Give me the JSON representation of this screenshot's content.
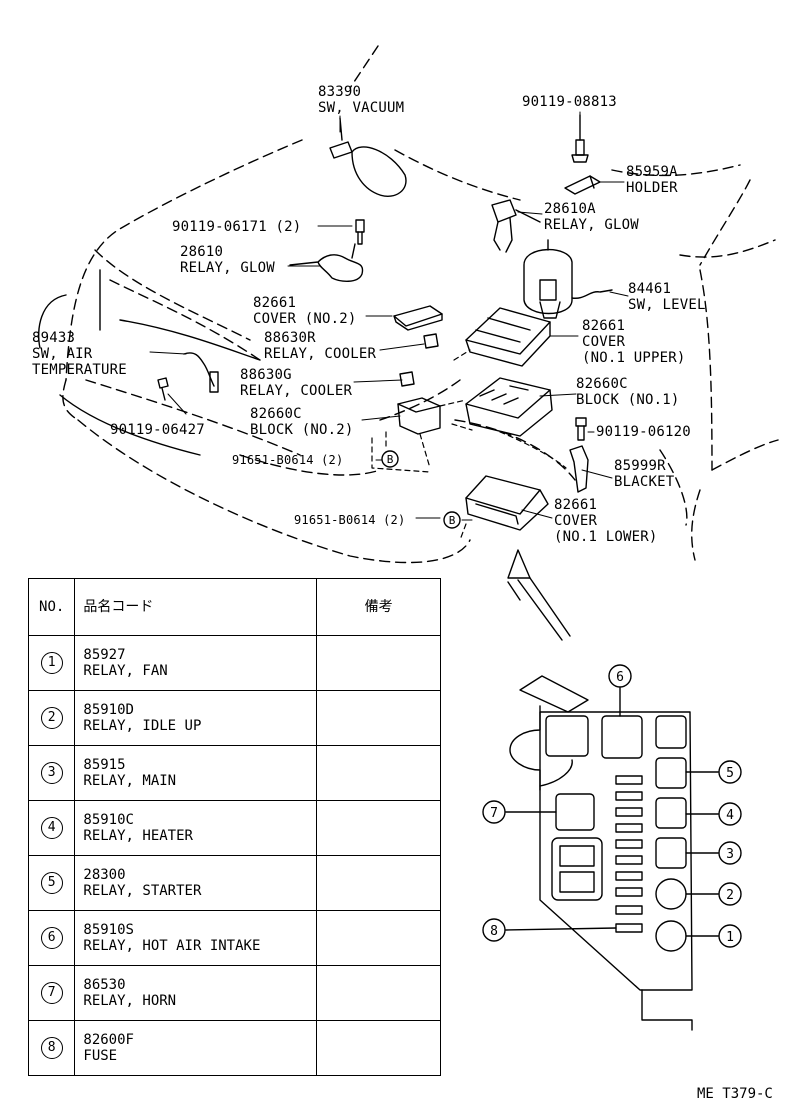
{
  "callouts": {
    "sw_vacuum": [
      "83390",
      "SW, VACUUM"
    ],
    "bolt_08813": [
      "90119-08813"
    ],
    "holder": [
      "85959A",
      "HOLDER"
    ],
    "bolt_06171": [
      "90119-06171 (2)"
    ],
    "relay_glow_a": [
      "28610A",
      "RELAY, GLOW"
    ],
    "relay_glow": [
      "28610",
      "RELAY, GLOW"
    ],
    "sw_level": [
      "84461",
      "SW, LEVEL"
    ],
    "cover_no2": [
      "82661",
      "COVER (NO.2)"
    ],
    "cover_no1_upper": [
      "82661",
      "COVER",
      "(NO.1 UPPER)"
    ],
    "relay_cooler_r": [
      "88630R",
      "RELAY, COOLER"
    ],
    "sw_air_temp": [
      "89433",
      "SW, AIR",
      "TEMPERATURE"
    ],
    "relay_cooler_g": [
      "88630G",
      "RELAY, COOLER"
    ],
    "block_no1": [
      "82660C",
      "BLOCK (NO.1)"
    ],
    "block_no2": [
      "82660C",
      "BLOCK (NO.2)"
    ],
    "bolt_06427": [
      "90119-06427"
    ],
    "bolt_06120": [
      "90119-06120"
    ],
    "nut_b0614_upper": [
      "91651-B0614 (2)"
    ],
    "bracket": [
      "85999R",
      "BLACKET"
    ],
    "nut_b0614_lower": [
      "91651-B0614 (2)"
    ],
    "cover_no1_lower": [
      "82661",
      "COVER",
      "(NO.1 LOWER)"
    ]
  },
  "markers": {
    "nut_marker": "B"
  },
  "table": {
    "headers": {
      "no": "NO.",
      "code": "品名コード",
      "remarks": "備考"
    },
    "rows": [
      {
        "no": "1",
        "code": "85927",
        "name": "RELAY, FAN",
        "remarks": ""
      },
      {
        "no": "2",
        "code": "85910D",
        "name": "RELAY, IDLE UP",
        "remarks": ""
      },
      {
        "no": "3",
        "code": "85915",
        "name": "RELAY, MAIN",
        "remarks": ""
      },
      {
        "no": "4",
        "code": "85910C",
        "name": "RELAY, HEATER",
        "remarks": ""
      },
      {
        "no": "5",
        "code": "28300",
        "name": "RELAY, STARTER",
        "remarks": ""
      },
      {
        "no": "6",
        "code": "85910S",
        "name": "RELAY, HOT AIR INTAKE",
        "remarks": ""
      },
      {
        "no": "7",
        "code": "86530",
        "name": "RELAY, HORN",
        "remarks": ""
      },
      {
        "no": "8",
        "code": "82600F",
        "name": "FUSE",
        "remarks": ""
      }
    ]
  },
  "block_detail_labels": [
    "1",
    "2",
    "3",
    "4",
    "5",
    "6",
    "7",
    "8"
  ],
  "footer": {
    "drawing_id": "ME T379-C"
  }
}
